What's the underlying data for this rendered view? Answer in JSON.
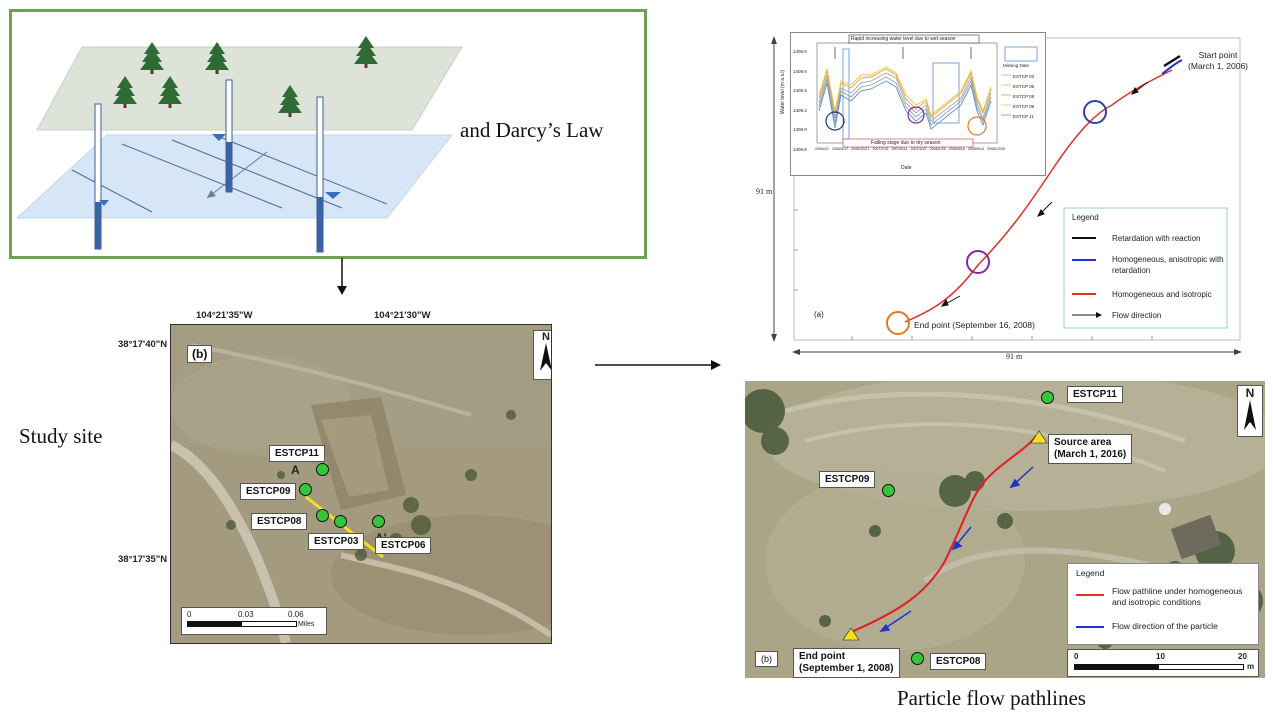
{
  "captions": {
    "darcy": "and  Darcy’s Law",
    "study_site": "Study site",
    "particle": "Particle flow pathlines"
  },
  "site_map": {
    "panel": "(b)",
    "lon_left": "104°21'35\"W",
    "lon_right": "104°21'30\"W",
    "lat_top": "38°17'40\"N",
    "lat_bottom": "38°17'35\"N",
    "north": "N",
    "section_start": "A",
    "section_end": "A'",
    "wells": [
      "ESTCP11",
      "ESTCP09",
      "ESTCP08",
      "ESTCP03",
      "ESTCP06"
    ],
    "scale": {
      "ticks": [
        "0",
        "0.03",
        "0.06"
      ],
      "unit": "Miles"
    }
  },
  "pathline_plot": {
    "panel": "(a)",
    "dim_vertical": "91 m",
    "dim_horizontal": "91 m",
    "start_label": "Start point",
    "start_date": "(March 1, 2006)",
    "end_label": "End point (September 16, 2008)",
    "legend_title": "Legend",
    "legend_items": [
      {
        "label": "Retardation with reaction",
        "color": "#111111"
      },
      {
        "label": "Homogeneous, anisotropic with retardation",
        "color": "#2233cc"
      },
      {
        "label": "Homogeneous and isotropic",
        "color": "#e0302a"
      },
      {
        "label": "Flow direction",
        "color": "#111111"
      }
    ],
    "inset": {
      "top_note": "Rapid increasing water level due to wet season",
      "bottom_note": "Falling stage due to dry season",
      "ylabel": "Water level (m a.s.l)",
      "xlabel": "Date",
      "y_ticks": [
        "1409.8",
        "1409.6",
        "1409.4",
        "1409.2",
        "1409.0",
        "1408.8"
      ],
      "x_ticks": [
        "2006/3/1",
        "2006/6/17",
        "2006/10/21",
        "2007/2/15",
        "2007/6/14",
        "2007/10/2",
        "2008/1/25",
        "2008/5/18",
        "2008/9/16",
        "2008/12/20"
      ],
      "missing_label": "Missing Date",
      "series": [
        {
          "name": "ESTCP 03",
          "color": "#9aa7b8"
        },
        {
          "name": "ESTCP 06",
          "color": "#f0a030"
        },
        {
          "name": "ESTCP 08",
          "color": "#a0a0a0"
        },
        {
          "name": "ESTCP 09",
          "color": "#e8c53a"
        },
        {
          "name": "ESTCP 11",
          "color": "#5a8fd0"
        }
      ]
    }
  },
  "aerial_b": {
    "panel": "(b)",
    "north": "N",
    "wells": [
      "ESTCP11",
      "ESTCP09",
      "ESTCP08"
    ],
    "source_label": "Source area",
    "source_date": "(March 1, 2016)",
    "end_label": "End point",
    "end_date": "(September 1, 2008)",
    "legend_title": "Legend",
    "legend_items": [
      {
        "label": "Flow pathline under homogeneous and isotropic conditions",
        "color": "#e0302a"
      },
      {
        "label": "Flow direction of the particle",
        "color": "#2233cc"
      }
    ],
    "scale": {
      "ticks": [
        "0",
        "10",
        "20"
      ],
      "unit": "m"
    }
  }
}
